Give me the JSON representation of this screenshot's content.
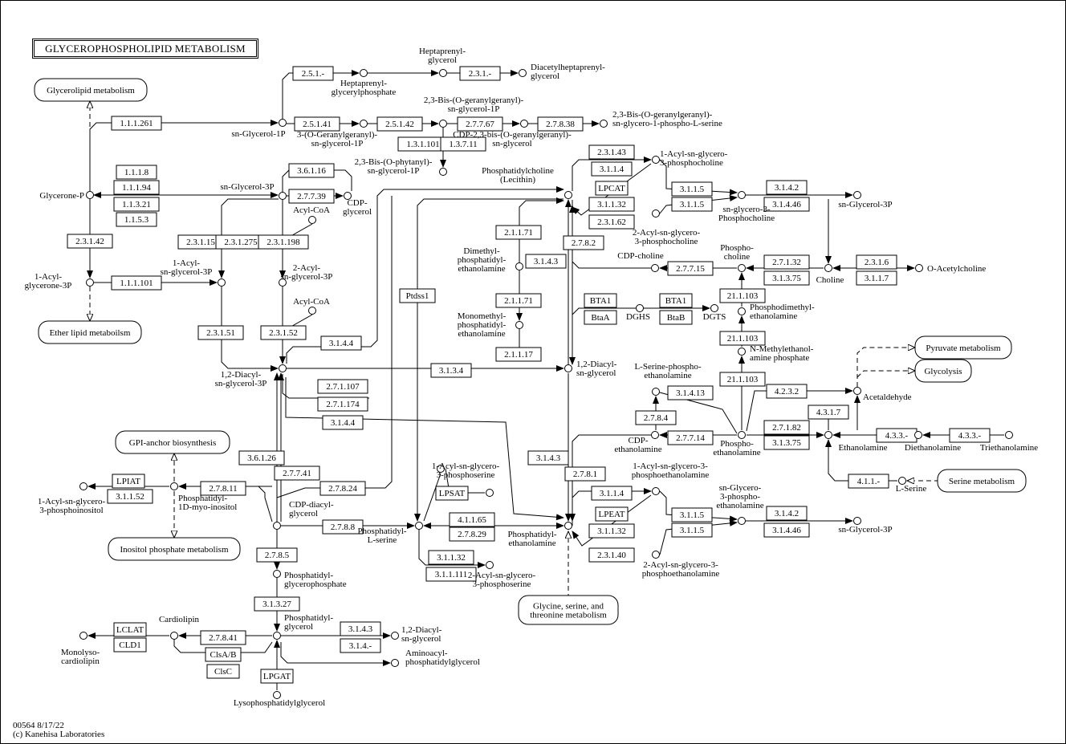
{
  "title": "GLYCEROPHOSPHOLIPID METABOLISM",
  "footer": {
    "id_date": "00564 8/17/22",
    "copyright": "(c) Kanehisa Laboratories"
  },
  "colors": {
    "line": "#000000",
    "background": "#ffffff"
  },
  "enzymes": [
    "2.5.1.-",
    "2.3.1.-",
    "1.1.1.261",
    "2.5.1.41",
    "2.5.1.42",
    "2.7.7.67",
    "2.7.8.38",
    "1.3.1.101",
    "1.3.7.11",
    "2.3.1.43",
    "3.1.1.4",
    "1.1.1.8",
    "3.6.1.16",
    "1.1.1.94",
    "LPCAT",
    "3.1.1.5",
    "3.1.4.2",
    "2.7.7.39",
    "1.1.3.21",
    "3.1.1.32",
    "3.1.1.5",
    "3.1.4.46",
    "1.1.5.3",
    "2.3.1.62",
    "2.1.1.71",
    "2.3.1.42",
    "2.3.1.15",
    "2.3.1.275",
    "2.3.1.198",
    "2.7.8.2",
    "3.1.4.3",
    "2.7.7.15",
    "2.7.1.32",
    "2.3.1.6",
    "3.1.3.75",
    "3.1.1.7",
    "1.1.1.101",
    "Ptdss1",
    "2.1.1.71",
    "BTA1",
    "BTA1",
    "21.1.103",
    "BtaA",
    "BtaB",
    "2.3.1.51",
    "2.3.1.52",
    "3.1.4.4",
    "21.1.103",
    "2.1.1.17",
    "3.1.3.4",
    "21.1.103",
    "2.7.1.107",
    "3.1.4.13",
    "4.2.3.2",
    "2.7.1.174",
    "4.3.1.7",
    "3.1.4.4",
    "2.7.8.4",
    "2.7.1.82",
    "2.7.7.14",
    "4.3.3.-",
    "4.3.3.-",
    "3.1.3.75",
    "3.6.1.26",
    "3.1.4.3",
    "2.7.7.41",
    "2.7.8.1",
    "4.1.1.-",
    "LPIAT",
    "3.1.1.52",
    "2.7.8.11",
    "2.7.8.24",
    "LPSAT",
    "3.1.1.4",
    "4.1.1.65",
    "LPEAT",
    "3.1.1.5",
    "3.1.4.2",
    "2.7.8.8",
    "2.7.8.29",
    "3.1.1.32",
    "3.1.1.5",
    "3.1.4.46",
    "2.7.8.5",
    "2.3.1.40",
    "3.1.1.32",
    "3.1.1.111",
    "3.1.3.27",
    "LCLAT",
    "3.1.4.3",
    "CLD1",
    "2.7.8.41",
    "3.1.4.-",
    "ClsA/B",
    "ClsC",
    "LPGAT"
  ],
  "compounds": [
    "sn-Glycerol-1P",
    "Heptaprenyl-\nglycerylphosphate",
    "Heptaprenyl-\nglycerol",
    "Diacetylheptaprenyl-\nglycerol",
    "3-(O-Geranylgeranyl)-\nsn-glycerol-1P",
    "2,3-Bis-(O-geranylgeranyl)-\nsn-glycerol-1P",
    "CDP-2,3-bis-(O-geranylgeranyl)-\nsn-glycerol",
    "2,3-Bis-(O-geranylgeranyl)-\nsn-glycero-1-phospho-L-serine",
    "2,3-Bis-(O-phytanyl)-\nsn-glycerol-1P",
    "Glycerone-P",
    "sn-Glycerol-3P",
    "CDP-\nglycerol",
    "Acyl-CoA",
    "1-Acyl-\nglycerone-3P",
    "1-Acyl-\nsn-glycerol-3P",
    "2-Acyl-\nsn-glycerol-3P",
    "Acyl-CoA",
    "1,2-Diacyl-\nsn-glycerol-3P",
    "Phosphatidylcholine\n(Lecithin)",
    "1-Acyl-sn-glycero-\n3-phosphocholine",
    "2-Acyl-sn-glycero-\n3-phosphocholine",
    "sn-glycero-3-\nPhosphocholine",
    "sn-Glycerol-3P",
    "Phospho-\ncholine",
    "Choline",
    "O-Acetylcholine",
    "CDP-choline",
    "Dimethyl-\nphosphatidyl-\nethanolamine",
    "Monomethyl-\nphosphatidyl-\nethanolamine",
    "DGHS",
    "DGTS",
    "Phosphodimethyl-\nethanolamine",
    "N-Methylethanol-\namine phosphate",
    "1,2-Diacyl-\nsn-glycerol",
    "L-Serine-phospho-\nethanolamine",
    "Acetaldehyde",
    "Phospho-\nethanolamine",
    "Ethanolamine",
    "Diethanolamine",
    "Triethanolamine",
    "CDP-\nethanolamine",
    "L-Serine",
    "1-Acyl-sn-glycero-\n3-phosphoinositol",
    "Phosphatidyl-\n1D-myo-inositol",
    "CDP-diacyl-\nglycerol",
    "Phosphatidyl-\nL-serine",
    "1-Acyl-sn-glycero-\n3-phosphoserine",
    "",
    "Phosphatidyl-\nethanolamine",
    "1-Acyl-sn-glycero-3-\nphosphoethanolamine",
    "2-Acyl-sn-glycero-3-\nphosphoethanolamine",
    "sn-Glycero-\n3-phospho-\nethanolamine",
    "sn-Glycerol-3P",
    "2-Acyl-sn-glycero-\n3-phosphoserine",
    "Phosphatidyl-\nglycerophosphate",
    "Phosphatidyl-\nglycerol",
    "Cardiolipin",
    "Monolyso-\ncardiolipin",
    "1,2-Diacyl-\nsn-glycerol",
    "Aminoacyl-\nphosphatidylglycerol",
    "Lysophosphatidylglycerol"
  ],
  "maps": [
    "Glycerolipid metabolism",
    "Ether lipid metaboilsm",
    "GPI-anchor biosynthesis",
    "Inositol phosphate metabolism",
    "Glycine, serine, and\nthreonine metabolism",
    "Pyruvate metabolism",
    "Glycolysis",
    "Serine metabolism"
  ]
}
